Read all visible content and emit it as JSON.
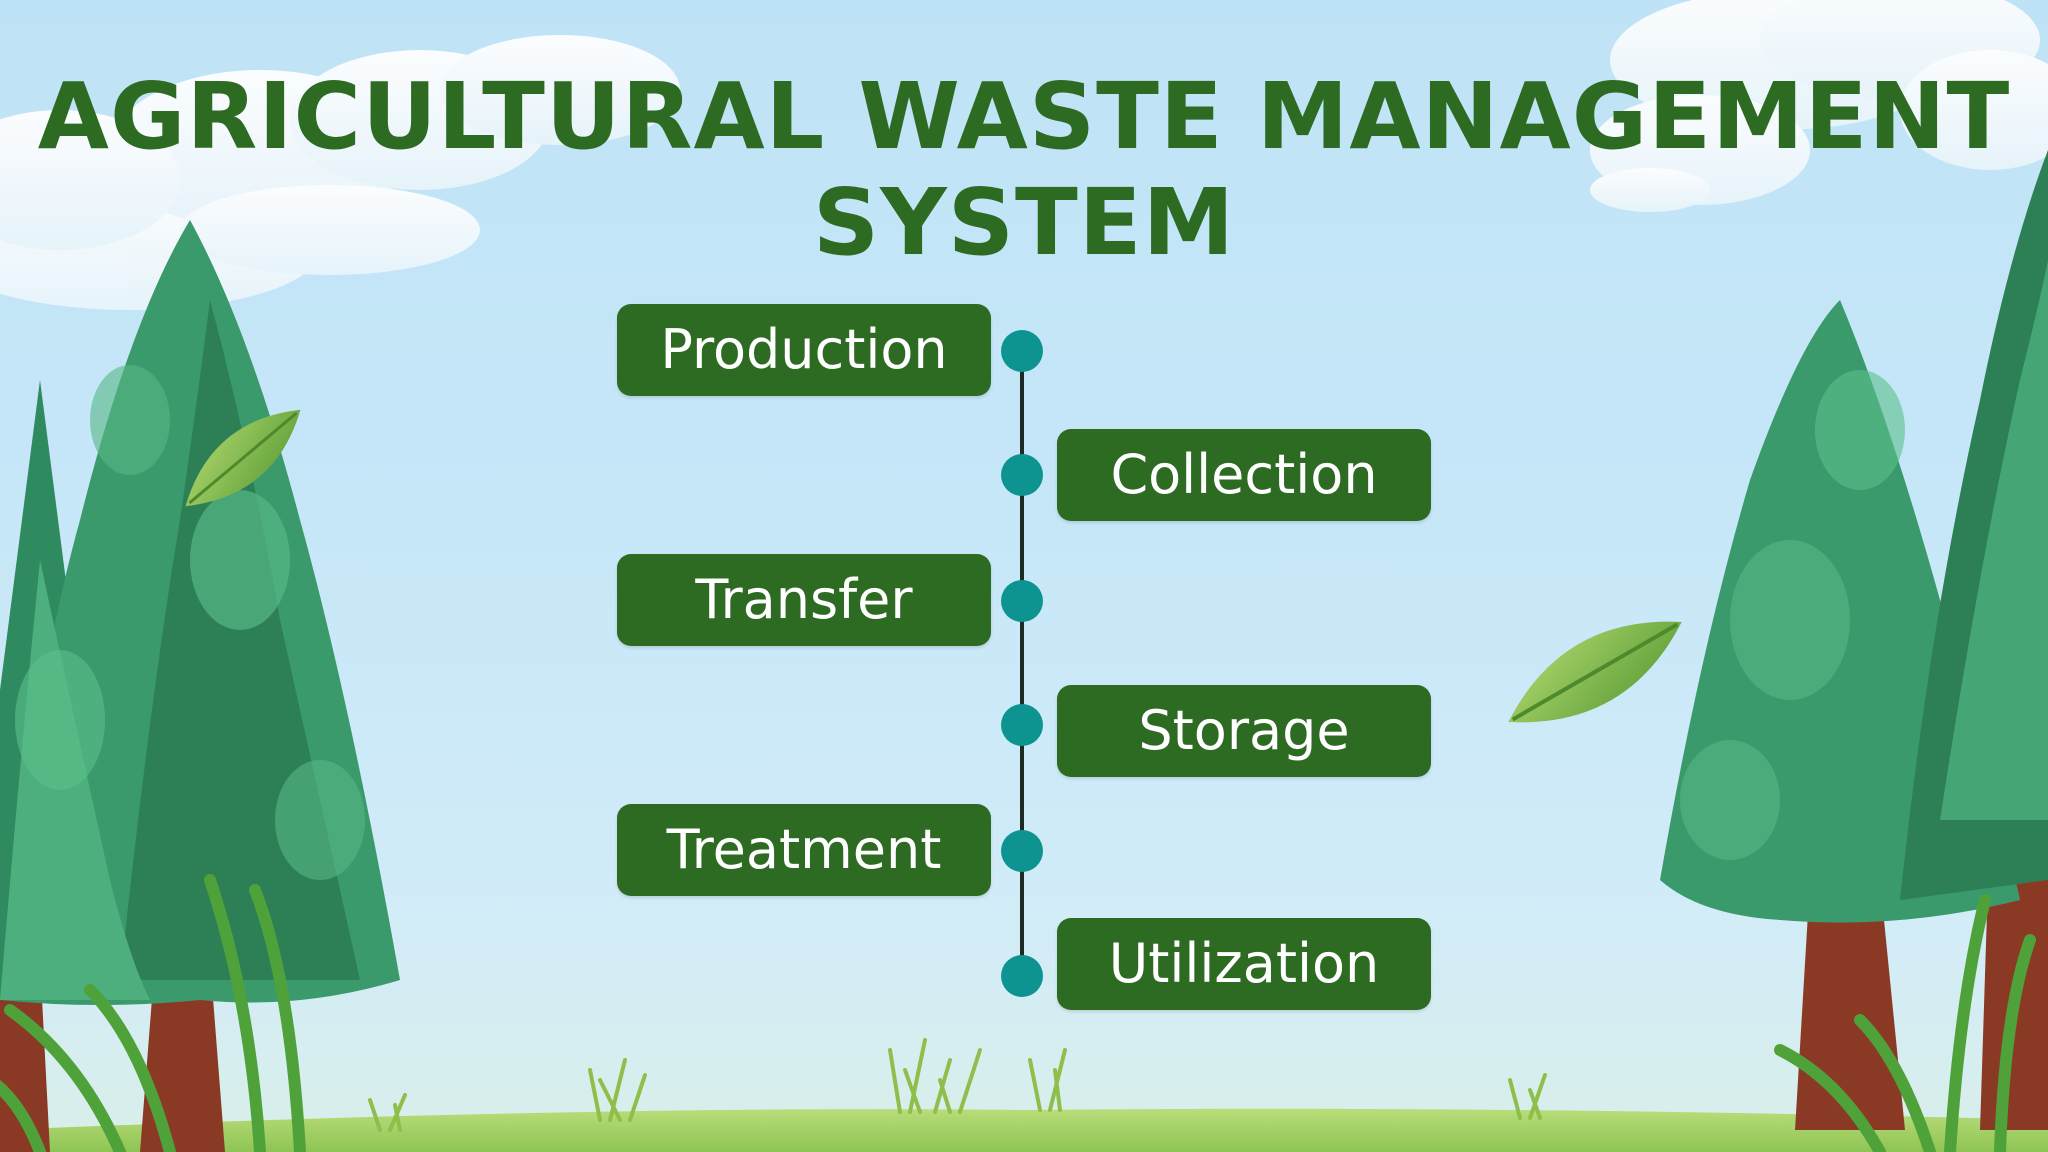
{
  "title": {
    "line1": "AGRICULTURAL WASTE MANAGEMENT",
    "line2": "SYSTEM"
  },
  "steps": [
    {
      "label": "Production",
      "side": "left"
    },
    {
      "label": "Collection",
      "side": "right"
    },
    {
      "label": "Transfer",
      "side": "left"
    },
    {
      "label": "Storage",
      "side": "right"
    },
    {
      "label": "Treatment",
      "side": "left"
    },
    {
      "label": "Utilization",
      "side": "right"
    }
  ],
  "colors": {
    "title": "#2e6b22",
    "box": "#2e6b22",
    "box_text": "#ffffff",
    "dot": "#0e9490",
    "axis": "#1e2a24",
    "sky": "#c6e7f8"
  }
}
